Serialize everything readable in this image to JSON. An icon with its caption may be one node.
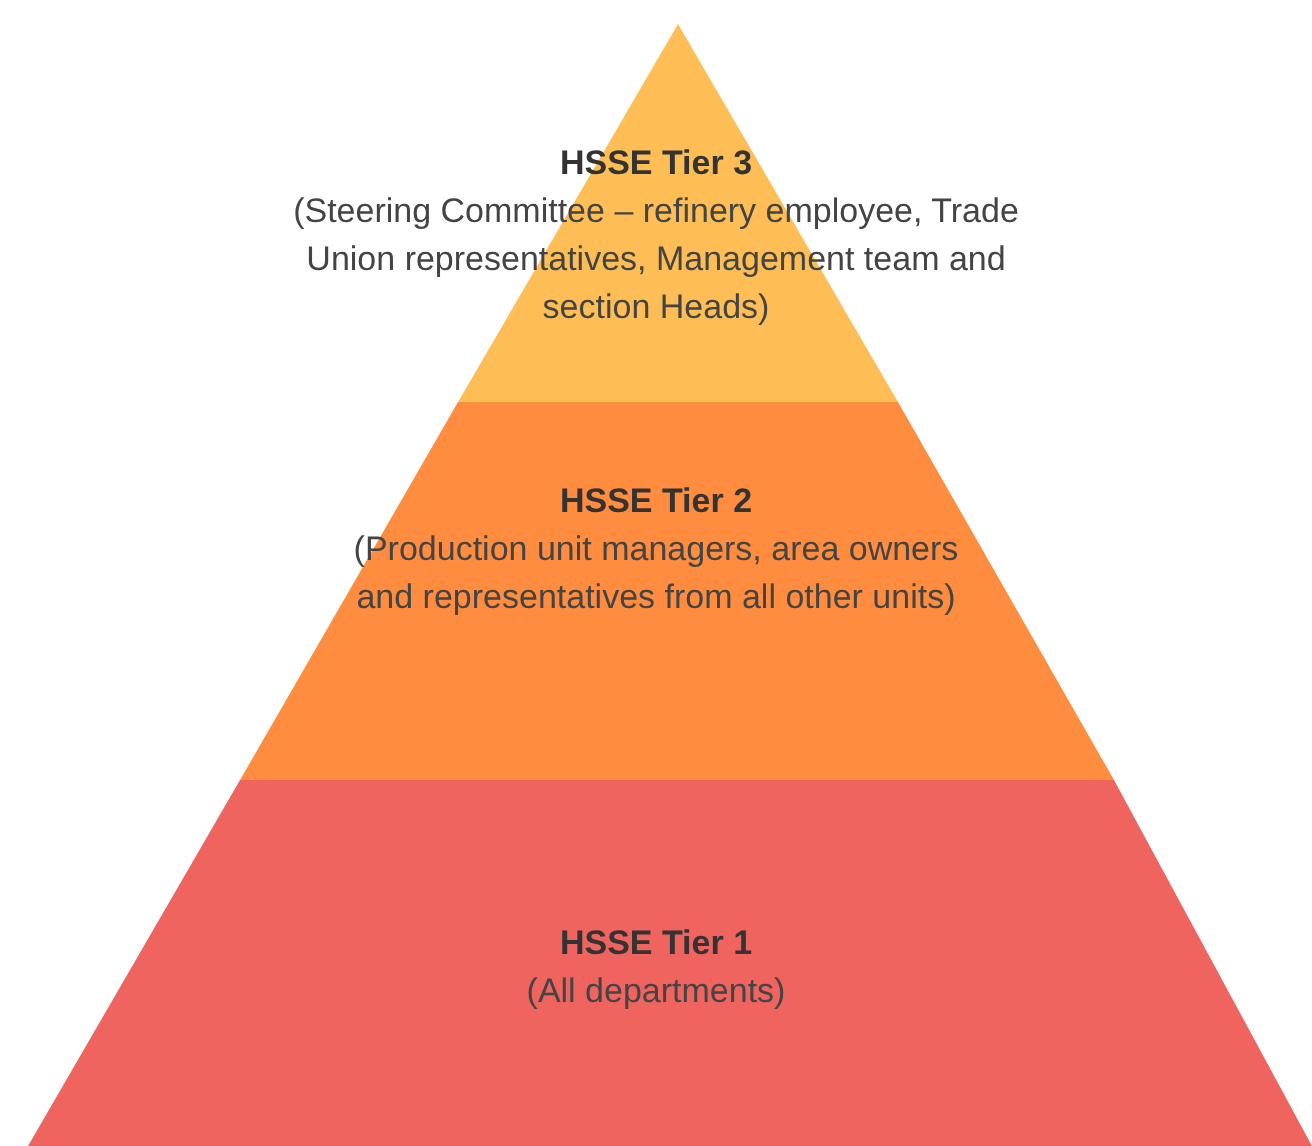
{
  "diagram": {
    "nodes": [
      {
        "text": [
          "HSSE Tier 3",
          "(Steering Committee – refinery employee, Trade Union representatives, Management team and section Heads)"
        ]
      },
      {
        "text": [
          "HSSE Tier 2",
          "(Production unit managers, area owners and representatives from all other units)"
        ]
      },
      {
        "text": [
          "HSSE Tier 1",
          "(All departments)"
        ]
      }
    ]
  }
}
